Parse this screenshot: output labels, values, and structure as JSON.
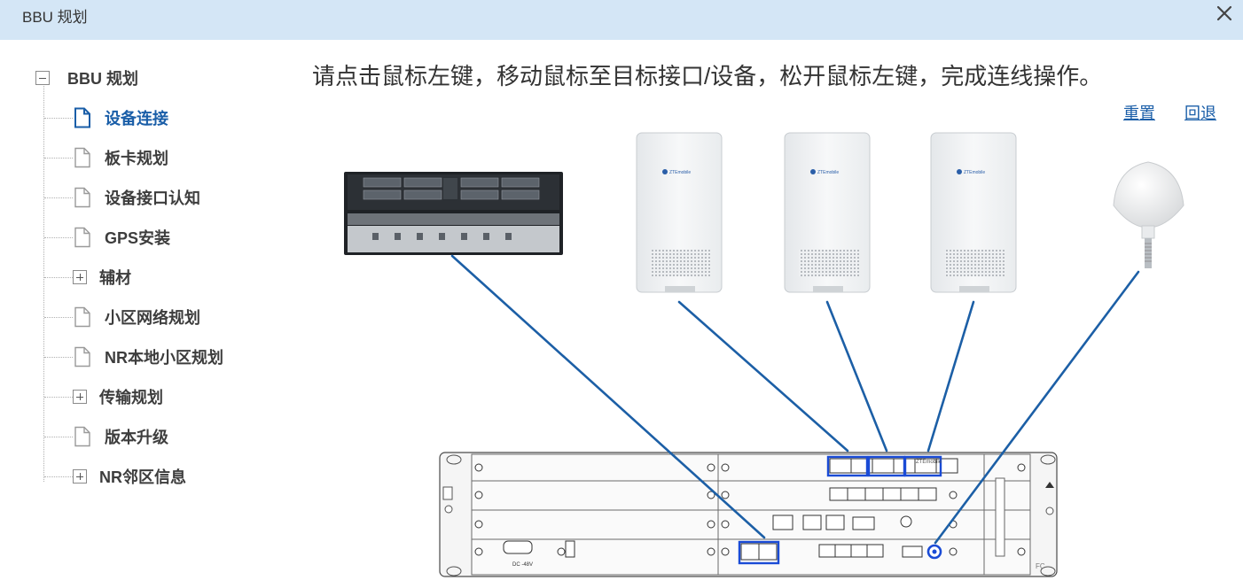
{
  "window": {
    "title": "BBU 规划",
    "close_icon": "close-icon"
  },
  "tree": {
    "root": {
      "label": "BBU 规划",
      "state": "expanded"
    },
    "items": [
      {
        "label": "设备连接",
        "type": "doc",
        "active": true
      },
      {
        "label": "板卡规划",
        "type": "doc"
      },
      {
        "label": "设备接口认知",
        "type": "doc"
      },
      {
        "label": "GPS安装",
        "type": "doc"
      },
      {
        "label": "辅材",
        "type": "folder-collapsed"
      },
      {
        "label": "小区网络规划",
        "type": "doc"
      },
      {
        "label": "NR本地小区规划",
        "type": "doc"
      },
      {
        "label": "传输规划",
        "type": "folder-collapsed"
      },
      {
        "label": "版本升级",
        "type": "doc"
      },
      {
        "label": "NR邻区信息",
        "type": "folder-collapsed"
      }
    ]
  },
  "main": {
    "instruction": "请点击鼠标左键，移动鼠标至目标接口/设备，松开鼠标左键，完成连线操作。",
    "reset_label": "重置",
    "undo_label": "回退",
    "devices": {
      "server": "server-rack",
      "aau": [
        "aau-unit-1",
        "aau-unit-2",
        "aau-unit-3"
      ],
      "gps": "gps-antenna",
      "bbu": "bbu-chassis",
      "aau_logo": "ZTEmobile",
      "bbu_logo": "ZTEmobile",
      "bbu_tag": "FC",
      "power_label": "DC -48V"
    }
  },
  "colors": {
    "titlebar_bg": "#d4e6f6",
    "link": "#1a5ea8",
    "cable": "#1c5fa6",
    "port_highlight": "#1a4bd6"
  }
}
